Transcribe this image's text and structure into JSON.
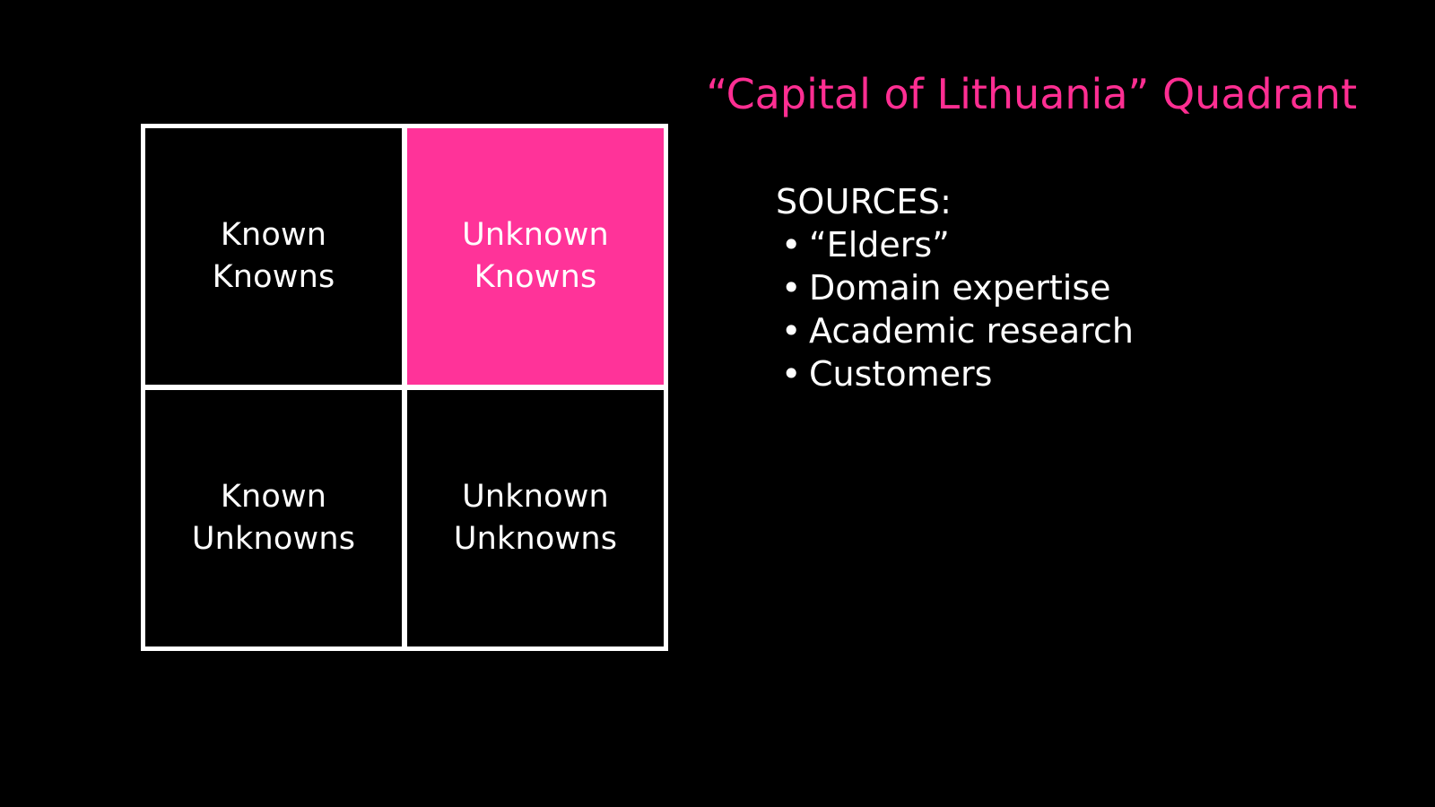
{
  "theme": {
    "background": "#000000",
    "accent_pink": "#ff3399",
    "title_pink": "#ff2e92",
    "text": "#ffffff",
    "border": "#ffffff"
  },
  "matrix": {
    "name": "knowledge-quadrant-matrix",
    "cells": [
      {
        "id": "known-knowns",
        "label": "Known\nKnowns",
        "highlighted": false
      },
      {
        "id": "unknown-knowns",
        "label": "Unknown\nKnowns",
        "highlighted": true
      },
      {
        "id": "known-unknowns",
        "label": "Known\nUnknowns",
        "highlighted": false
      },
      {
        "id": "unknown-unknowns",
        "label": "Unknown\nUnknowns",
        "highlighted": false
      }
    ]
  },
  "panel": {
    "title": "“Capital of Lithuania” Quadrant",
    "sources": {
      "heading": "SOURCES:",
      "bullet_glyph": "•",
      "items": [
        "“Elders”",
        "Domain expertise",
        "Academic research",
        "Customers"
      ]
    }
  }
}
